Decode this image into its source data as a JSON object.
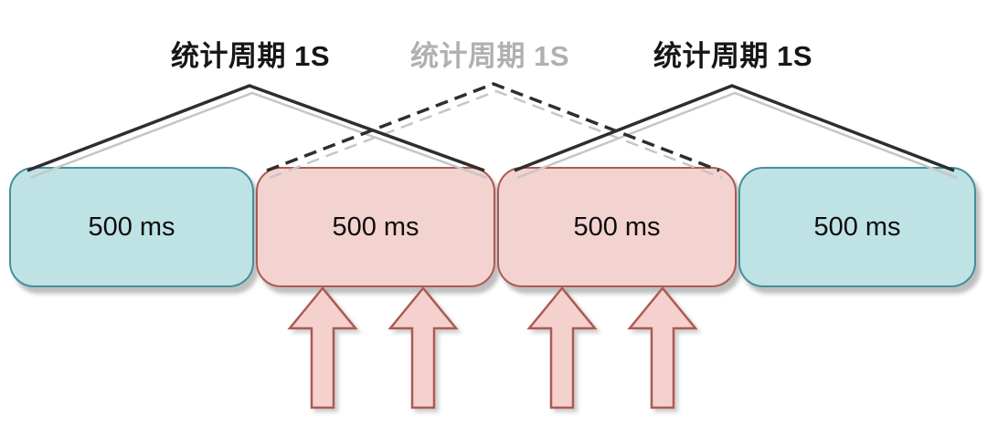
{
  "diagram": {
    "period_labels": [
      {
        "text": "统计周期 1S",
        "style": "solid-black"
      },
      {
        "text": "统计周期 1S",
        "style": "dashed-gray"
      },
      {
        "text": "统计周期 1S",
        "style": "solid-black"
      }
    ],
    "boxes": [
      {
        "label": "500 ms",
        "color": "teal"
      },
      {
        "label": "500 ms",
        "color": "pink"
      },
      {
        "label": "500 ms",
        "color": "pink"
      },
      {
        "label": "500 ms",
        "color": "teal"
      }
    ],
    "arrow_count": 4,
    "colors": {
      "teal_fill": "#bfe2e4",
      "teal_border": "#44909a",
      "pink_fill": "#f3d3d0",
      "pink_border": "#ac5a52",
      "arrow_fill": "#f5d1cd",
      "line_dark": "#2e2e2e",
      "line_shadow": "#c6c6c6",
      "label_gray": "#b1afaf",
      "text_black": "#0d0d0d"
    }
  }
}
